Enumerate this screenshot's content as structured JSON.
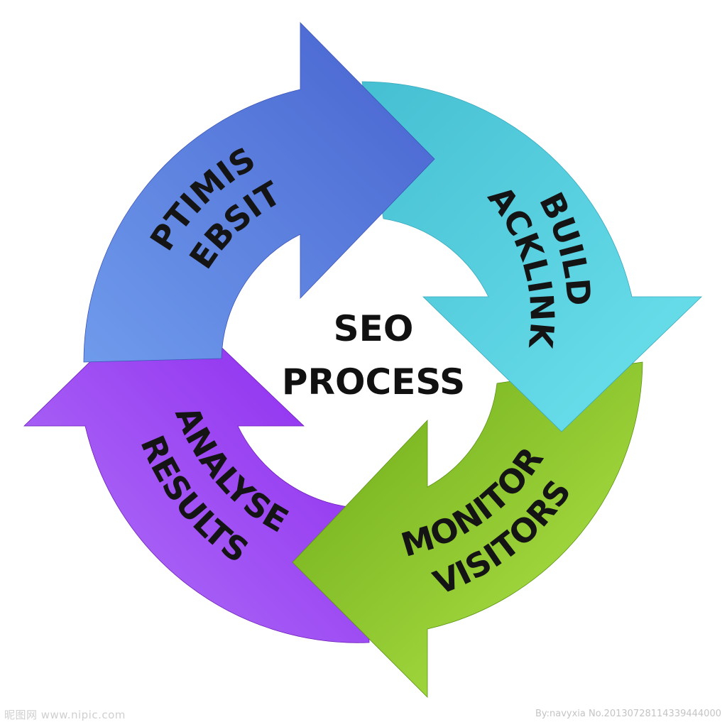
{
  "center": {
    "line1": "SEO",
    "line2": "PROCESS"
  },
  "stages": [
    {
      "line1": "OPTIMISE",
      "line2": "WEBSITE",
      "color": "#5572d8"
    },
    {
      "line1": "BUILD",
      "line2": "BACKLINKS",
      "color": "#4cc6d6"
    },
    {
      "line1": "MONITOR",
      "line2": "VISITORS",
      "color": "#8ccc2a"
    },
    {
      "line1": "ANALYSE",
      "line2": "RESULTS",
      "color": "#9a3ff0"
    }
  ],
  "watermark": {
    "left": "昵图网 www.nipic.com",
    "right": "By:navyxia  No.20130728114339444000"
  }
}
